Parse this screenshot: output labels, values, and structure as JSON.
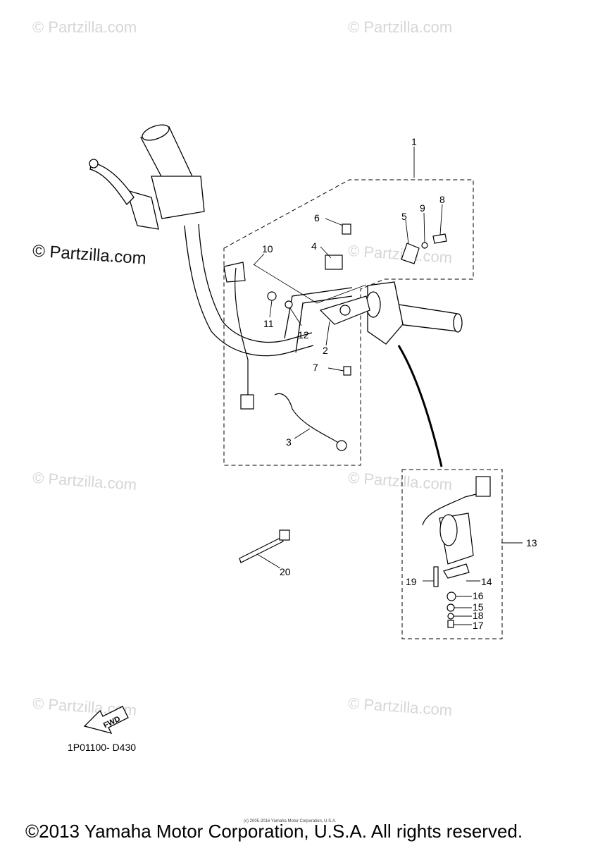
{
  "watermarks": [
    "© Partzilla.com",
    "© Partzilla.com",
    "© Partzilla.com",
    "© Partzilla.com",
    "© Partzilla.com",
    "© Partzilla.com",
    "© Partzilla.com",
    "© Partzilla.com"
  ],
  "callouts": {
    "c1": "1",
    "c2": "2",
    "c3": "3",
    "c4": "4",
    "c5": "5",
    "c6": "6",
    "c7": "7",
    "c8": "8",
    "c9": "9",
    "c10": "10",
    "c11": "11",
    "c12": "12",
    "c13": "13",
    "c14": "14",
    "c15": "15",
    "c16": "16",
    "c17": "17",
    "c18": "18",
    "c19": "19",
    "c20": "20"
  },
  "direction_badge": "FWD",
  "diagram_code": "1P01100- D430",
  "tiny_notice": "(c) 2005-2016 Yamaha Motor Corporation, U.S.A.",
  "copyright": "©2013 Yamaha Motor Corporation, U.S.A. All rights reserved."
}
